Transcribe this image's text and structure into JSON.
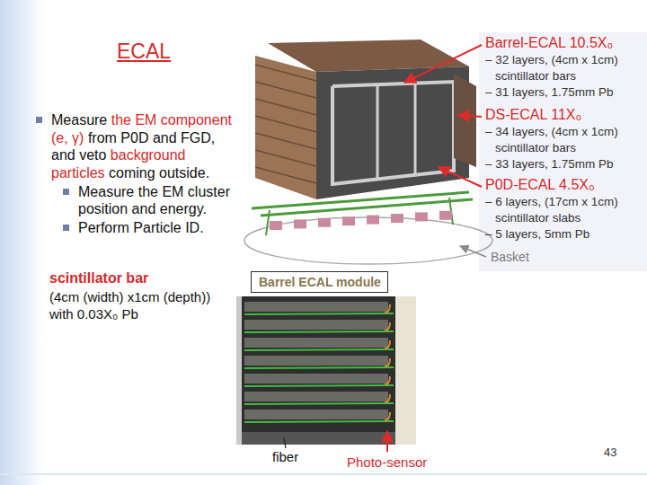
{
  "diagram": {
    "title": "ECAL",
    "nodes": [
      {
        "text": [
          "Barrel ECAL module"
        ]
      }
    ],
    "labels": [
      "Measure",
      "the EM component (e, γ)",
      "from P0D and FGD, and veto",
      "background particles",
      "coming outside.",
      "Measure the EM cluster position and energy.",
      "Perform Particle ID.",
      "scintillator bar",
      "(4cm (width) x1cm (depth)) with 0.03X₀ Pb",
      "Barrel-ECAL 10.5X₀",
      "– 32 layers, (4cm x 1cm) scintillator bars",
      "– 31 layers, 1.75mm Pb",
      "DS-ECAL 11X₀",
      "– 34 layers, (4cm x 1cm) scintillator bars",
      "– 33 layers, 1.75mm Pb",
      "P0D-ECAL 4.5X₀",
      "– 6 layers, (17cm x 1cm) scintillator slabs",
      "– 5 layers, 5mm Pb",
      "Basket",
      "fiber",
      "Photo-sensor",
      "43"
    ]
  }
}
